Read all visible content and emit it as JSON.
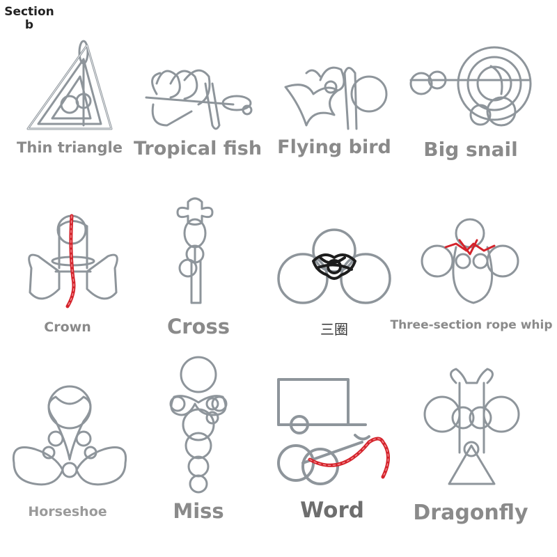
{
  "section": {
    "label": "Section b"
  },
  "puzzles": [
    {
      "name": "Thin triangle",
      "icon": "thin-triangle-puzzle-icon"
    },
    {
      "name": "Tropical fish",
      "icon": "tropical-fish-puzzle-icon"
    },
    {
      "name": "Flying bird",
      "icon": "flying-bird-puzzle-icon"
    },
    {
      "name": "Big snail",
      "icon": "big-snail-puzzle-icon"
    },
    {
      "name": "Crown",
      "icon": "crown-puzzle-icon"
    },
    {
      "name": "Cross",
      "icon": "cross-puzzle-icon"
    },
    {
      "name": "三圈",
      "icon": "three-rings-puzzle-icon"
    },
    {
      "name": "Three-section rope whip",
      "icon": "three-section-rope-whip-puzzle-icon"
    },
    {
      "name": "Horseshoe",
      "icon": "horseshoe-puzzle-icon"
    },
    {
      "name": "Miss",
      "icon": "miss-puzzle-icon"
    },
    {
      "name": "Word",
      "icon": "word-puzzle-icon"
    },
    {
      "name": "Dragonfly",
      "icon": "dragonfly-puzzle-icon"
    }
  ],
  "colors": {
    "wire": "#8e959b",
    "rope": "#d4232b",
    "label": "#8a8a8a"
  }
}
